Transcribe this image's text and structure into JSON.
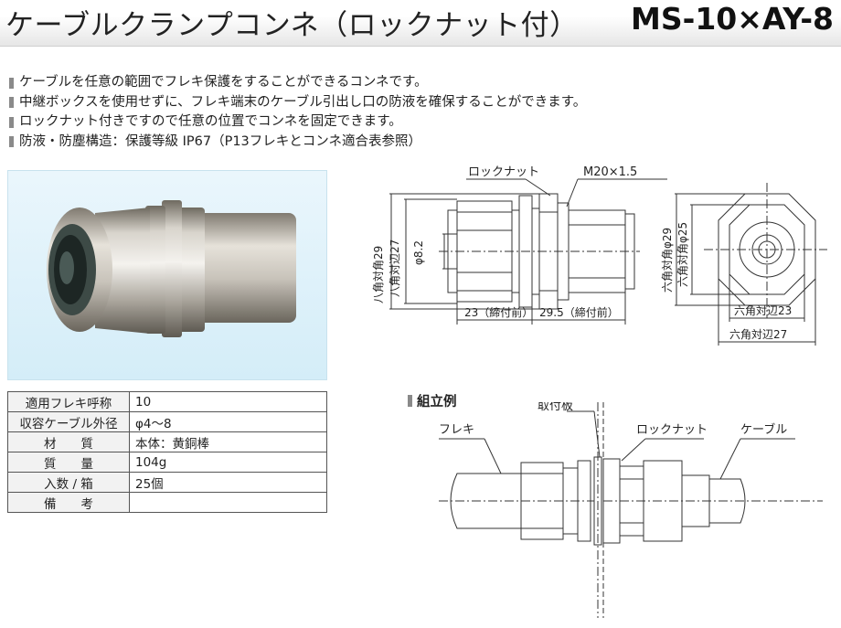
{
  "header": {
    "title": "ケーブルクランプコンネ（ロックナット付）",
    "model": "MS-10×AY-8"
  },
  "features": [
    "ケーブルを任意の範囲でフレキ保護をすることができるコンネです。",
    "中継ボックスを使用せずに、フレキ端末のケーブル引出し口の防液を確保することができます。",
    "ロックナット付きですので任意の位置でコンネを固定できます。",
    "防液・防塵構造：保護等級 IP67（P13フレキとコンネ適合表参照）"
  ],
  "specs": [
    {
      "label": "適用フレキ呼称",
      "value": "10"
    },
    {
      "label": "収容ケーブル外径",
      "value": "φ4〜8"
    },
    {
      "label": "材　　質",
      "value": "本体：黄銅棒"
    },
    {
      "label": "質　　量",
      "value": "104g"
    },
    {
      "label": "入数 / 箱",
      "value": "25個"
    },
    {
      "label": "備　　考",
      "value": ""
    }
  ],
  "dimension_drawing": {
    "locknut": "ロックナット",
    "thread": "M20×1.5",
    "oct_across_corners": "八角対角29",
    "oct_across_flats": "八角対辺27",
    "bore": "φ8.2",
    "len_left": "23（締付前）",
    "len_right": "29.5（締付前）",
    "hex_corner_29": "六角対角φ29",
    "hex_corner_25": "六角対角φ25",
    "hex_flat_23": "六角対辺23",
    "hex_flat_27": "六角対辺27"
  },
  "assembly": {
    "title": "組立例",
    "plate": "取付板",
    "flex": "フレキ",
    "locknut": "ロックナット",
    "cable": "ケーブル"
  }
}
